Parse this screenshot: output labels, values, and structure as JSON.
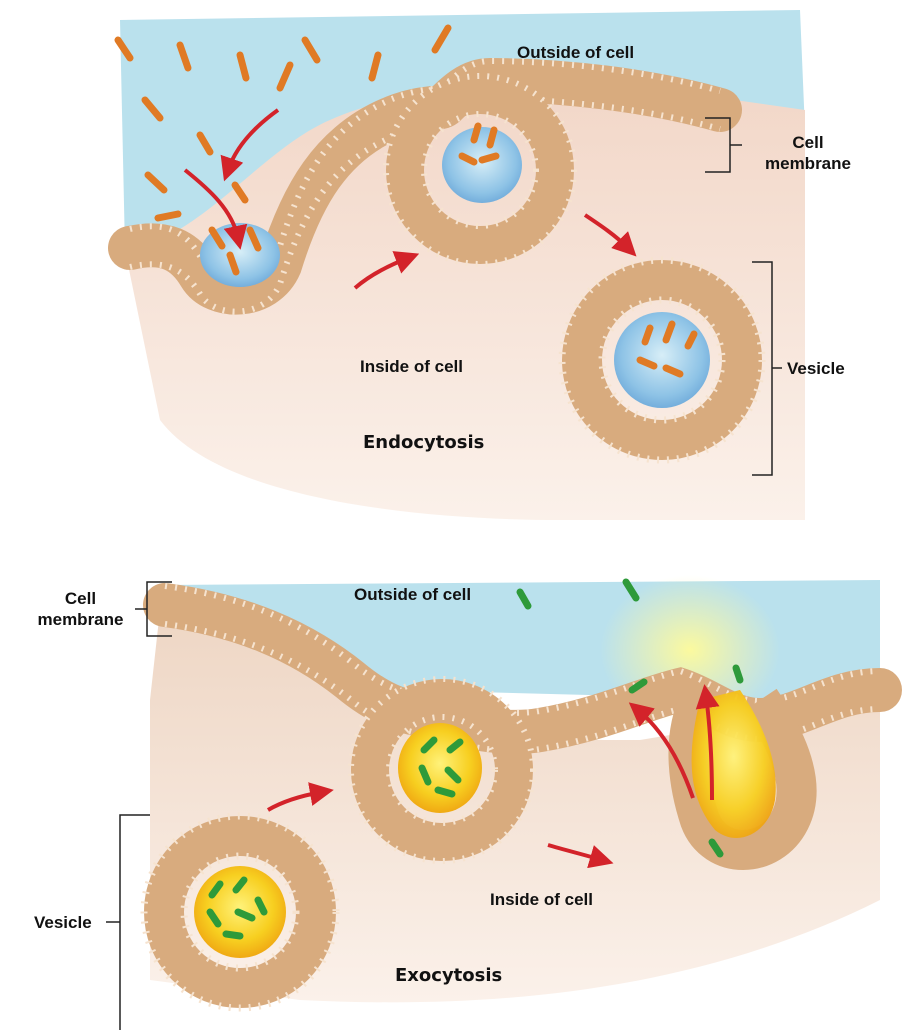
{
  "colors": {
    "outside_fluid": "#aedcea",
    "cytoplasm": "#f3d9c9",
    "membrane": "#d8ab7e",
    "head": "#f6e3cf",
    "cargo_endo": "#e07a24",
    "cargo_exo": "#2e9a3a",
    "arrow": "#d3232a"
  },
  "endocytosis": {
    "outside_label": "Outside of cell",
    "membrane_label_line1": "Cell",
    "membrane_label_line2": "membrane",
    "inside_label": "Inside of cell",
    "vesicle_label": "Vesicle",
    "title": "Endocytosis"
  },
  "exocytosis": {
    "outside_label": "Outside of cell",
    "membrane_label_line1": "Cell",
    "membrane_label_line2": "membrane",
    "inside_label": "Inside of cell",
    "vesicle_label": "Vesicle",
    "title": "Exocytosis"
  }
}
